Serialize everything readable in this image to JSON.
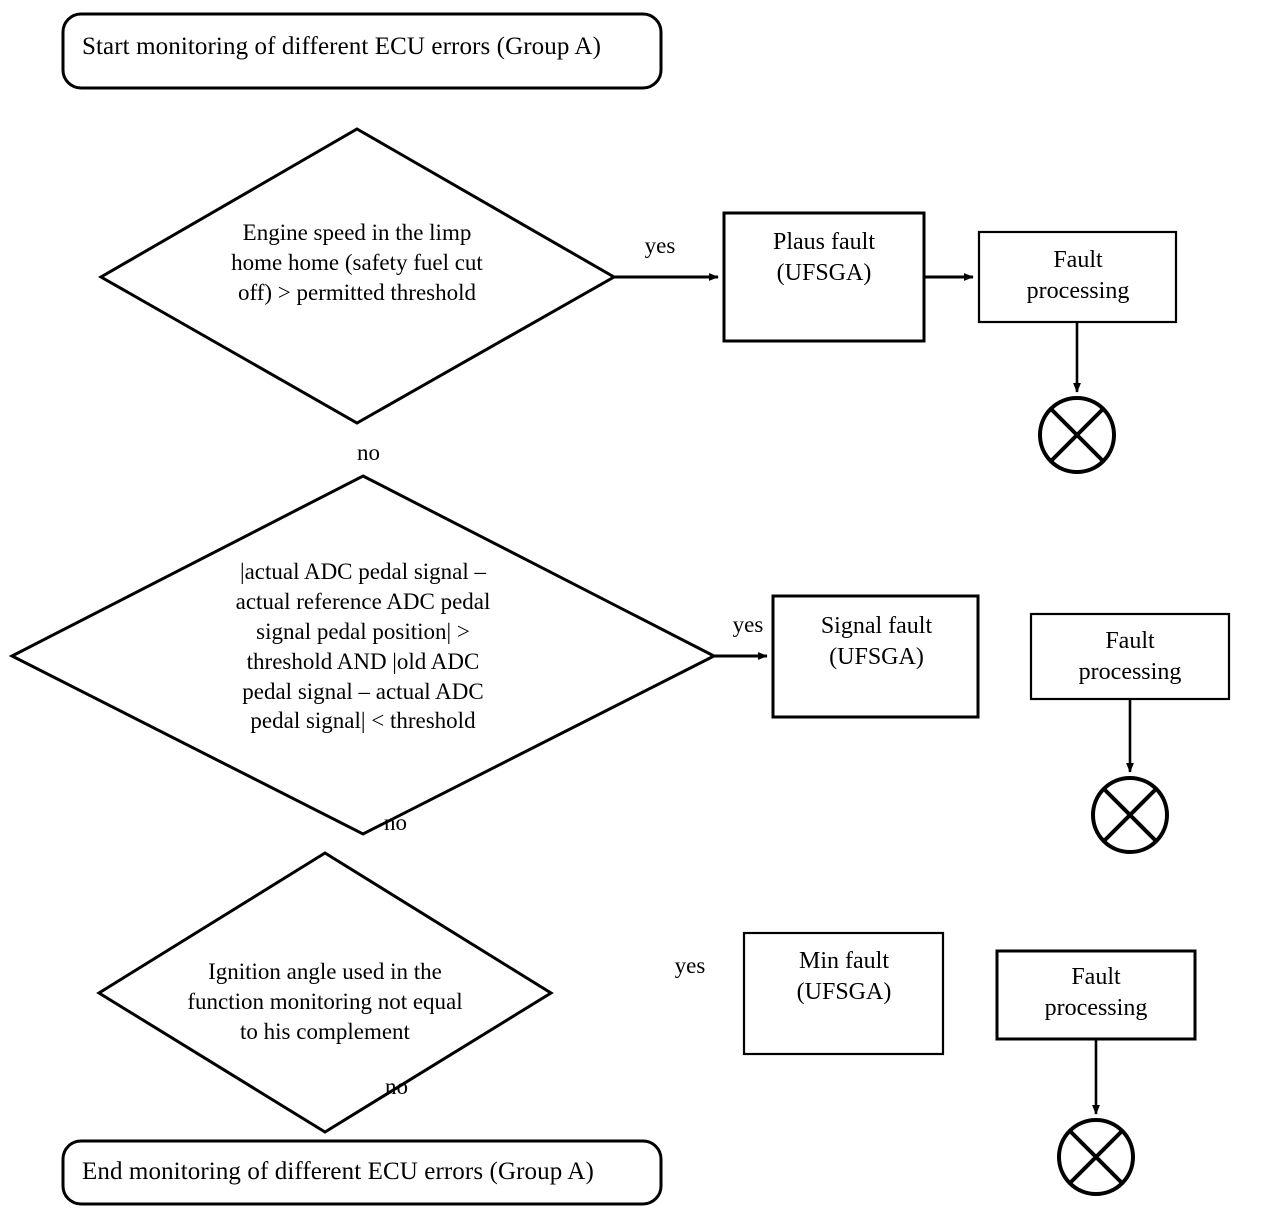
{
  "diagram": {
    "title": "Monitoring of different ECU errors (Group A)",
    "type": "flowchart",
    "stroke_color": "#000000",
    "fill_color": "#ffffff"
  },
  "nodes": {
    "start": {
      "label": "Start monitoring of different ECU errors (Group A)",
      "shape": "rounded-terminator"
    },
    "end": {
      "label": "End monitoring of different ECU errors (Group A)",
      "shape": "rounded-terminator"
    },
    "decision1": {
      "label": "Engine speed in the limp\nhome home (safety fuel cut\noff) > permitted threshold",
      "shape": "diamond"
    },
    "decision2": {
      "label": "|actual ADC pedal signal –\nactual reference ADC pedal\nsignal pedal position| >\nthreshold AND |old ADC\npedal signal – actual ADC\npedal signal| < threshold",
      "shape": "diamond"
    },
    "decision3": {
      "label": "Ignition angle used in the\nfunction monitoring not equal\nto his complement",
      "shape": "diamond"
    },
    "plaus_fault": {
      "label": "Plaus fault\n(UFSGA)",
      "shape": "rectangle"
    },
    "signal_fault": {
      "label": "Signal fault\n(UFSGA)",
      "shape": "rectangle"
    },
    "min_fault": {
      "label": "Min fault\n(UFSGA)",
      "shape": "rectangle"
    },
    "fault_processing_1": {
      "label": "Fault\nprocessing",
      "shape": "rectangle"
    },
    "fault_processing_2": {
      "label": "Fault\nprocessing",
      "shape": "rectangle"
    },
    "fault_processing_3": {
      "label": "Fault\nprocessing",
      "shape": "rectangle"
    },
    "connector1": {
      "label": "",
      "shape": "crossed-circle"
    },
    "connector2": {
      "label": "",
      "shape": "crossed-circle"
    },
    "connector3": {
      "label": "",
      "shape": "crossed-circle"
    }
  },
  "edge_labels": {
    "yes1": "yes",
    "no1": "no",
    "yes2": "yes",
    "no2": "no",
    "yes3": "yes",
    "no3": "no"
  }
}
